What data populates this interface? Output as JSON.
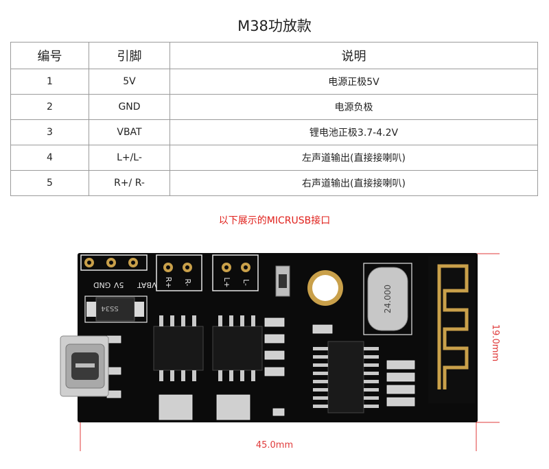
{
  "title": "M38功放款",
  "table": {
    "headers": [
      "编号",
      "引脚",
      "说明"
    ],
    "rows": [
      [
        "1",
        "5V",
        "电源正极5V"
      ],
      [
        "2",
        "GND",
        "电源负极"
      ],
      [
        "3",
        "VBAT",
        "锂电池正极3.7-4.2V"
      ],
      [
        "4",
        "L+/L-",
        "左声道输出(直接接喇叭)"
      ],
      [
        "5",
        "R+/ R-",
        "右声道输出(直接接喇叭)"
      ]
    ]
  },
  "subtitle": "以下展示的MICRUSB接口",
  "board": {
    "pin_labels": [
      "GND",
      "5V",
      "VBAT"
    ],
    "right_channel": [
      "R+",
      "R-"
    ],
    "left_channel": [
      "L+",
      "L-"
    ],
    "diode_marking": "SS34",
    "crystal_marking": "24.000",
    "dimension_height": "19.0mm",
    "dimension_width": "45.0mm"
  },
  "colors": {
    "title_text": "#222222",
    "subtitle_red": "#e0201b",
    "board_black": "#0b0b0b",
    "silkscreen": "#e8e8e8",
    "gold_pad": "#c9a04a",
    "dimension_line": "#e03a3a"
  }
}
